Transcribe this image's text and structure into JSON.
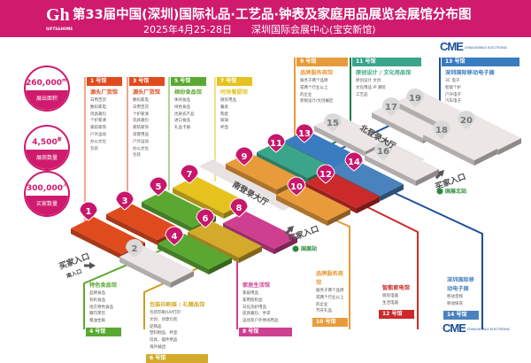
{
  "header": {
    "logo_text": "GH",
    "logo_sub": "GIFTS & HOME",
    "title": "第33届中国(深圳)国际礼品·工艺品·钟表及家庭用品展览会展馆分布图",
    "date": "2025年4月25-28日",
    "venue": "深圳国际会展中心(宝安新馆)",
    "color": "#cf1a6e"
  },
  "stats": [
    {
      "value": "260,000",
      "unit": "m²",
      "label": "展出面积"
    },
    {
      "value": "4,500",
      "unit": "家",
      "label": "展商数量"
    },
    {
      "value": "300,000",
      "unit": "人次",
      "label": "买家数量"
    }
  ],
  "panels": {
    "h1": {
      "tag": "1 号馆",
      "head": "源头厂货馆",
      "items": [
        "日用百货",
        "数码家电",
        "玩具箱包",
        "个护家清",
        "家纺家饰",
        "户外运动",
        "办公文化",
        "包装"
      ],
      "color": "#e04b1e"
    },
    "h3": {
      "tag": "3 号馆",
      "head": "源头厂货馆",
      "items": [
        "数码家电",
        "日用百货",
        "个护家清",
        "玩具箱包",
        "家纺家饰",
        "母婴用品",
        "户外运动",
        "办公文化",
        "包装"
      ],
      "color": "#e04b1e"
    },
    "h5": {
      "tag": "5 号馆",
      "head": "缤纷食品馆",
      "items": [
        "休闲食品",
        "绿色食品",
        "优质农产品",
        "进口食品",
        "礼品卡册"
      ],
      "color": "#5aa832"
    },
    "h7": {
      "tag": "7 号馆",
      "head": "时尚餐厨馆",
      "items": [
        "厨房用品",
        "餐具",
        "陶瓷",
        "玻璃",
        "杯壶"
      ],
      "color": "#e5c21e"
    },
    "h9": {
      "tag": "9 号馆",
      "head": "品牌服务商馆",
      "items": [
        "服务于两个品牌",
        "或两个行业以上",
        "的企业",
        "新锐设计/文创展区"
      ],
      "color": "#e89b3a"
    },
    "h11": {
      "tag": "11 号馆",
      "head": "原创设计 / 文化用品馆",
      "items": [
        "原创设计  文创",
        "文化用品  IP 潮玩",
        "工艺品"
      ],
      "color": "#3aa588"
    },
    "h13": {
      "tag": "13 号馆",
      "head": "深圳国际移动电子展",
      "items": [
        "3C 电子",
        "智能个护",
        "户外电子",
        "汽车电子"
      ],
      "color": "#3a7cc0"
    },
    "h4": {
      "tag": "4 号馆",
      "head": "特色食品馆",
      "items": [
        "品牌食品",
        "有机食品",
        "地方特色食品",
        "糖巧茶饮",
        "粮油生鲜"
      ],
      "color": "#5aa832"
    },
    "h6": {
      "tag": "6 号馆",
      "head": "包装印刷展 / 礼赠品馆",
      "items": [
        "包装印刷/UV打印",
        "文创、创意包装",
        "促销品",
        "塑料制品、杯壶",
        "玩具、摆件用品",
        "海外展团"
      ],
      "color": "#d4aa2a"
    },
    "h8": {
      "tag": "8 号馆",
      "head": "家居生活馆",
      "items": [
        "家居用品",
        "家用纺织品",
        "日化洗护用品",
        "皮具箱包、手袋",
        "运动及户外休闲用品"
      ],
      "color": "#cf3f8f"
    },
    "h10": {
      "tag": "10 号馆",
      "head": "品牌服务商馆",
      "items": [
        "服务于两个品牌",
        "或两个行业以上",
        "的企业",
        "节庆礼品"
      ],
      "color": "#e89b3a"
    },
    "h12": {
      "tag": "12 号馆",
      "head": "智能家电馆",
      "items": [
        "厨房电器",
        "生活电器"
      ],
      "color": "#cc2a2a"
    },
    "h14": {
      "tag": "14 号馆",
      "head": "深圳国际移动电子展",
      "items": [
        "移动音频",
        "移动快充"
      ],
      "color": "#4a82bd"
    }
  },
  "map": {
    "halls": [
      "1",
      "2",
      "3",
      "4",
      "5",
      "6",
      "7",
      "8",
      "9",
      "10",
      "11",
      "12",
      "13",
      "14",
      "15",
      "16",
      "17",
      "18",
      "19",
      "20"
    ],
    "south_lobby": "南登录大厅",
    "north_lobby": "北登录大厅",
    "entrances": [
      {
        "label": "买家入口",
        "sub": "南入口"
      },
      {
        "label": "买家入口",
        "sub": "国展站"
      },
      {
        "label": "买家入口",
        "sub": "国展北站"
      }
    ]
  },
  "cme": {
    "logo": "CME",
    "text": "CHINA MOBILE ELECTRONIC"
  }
}
